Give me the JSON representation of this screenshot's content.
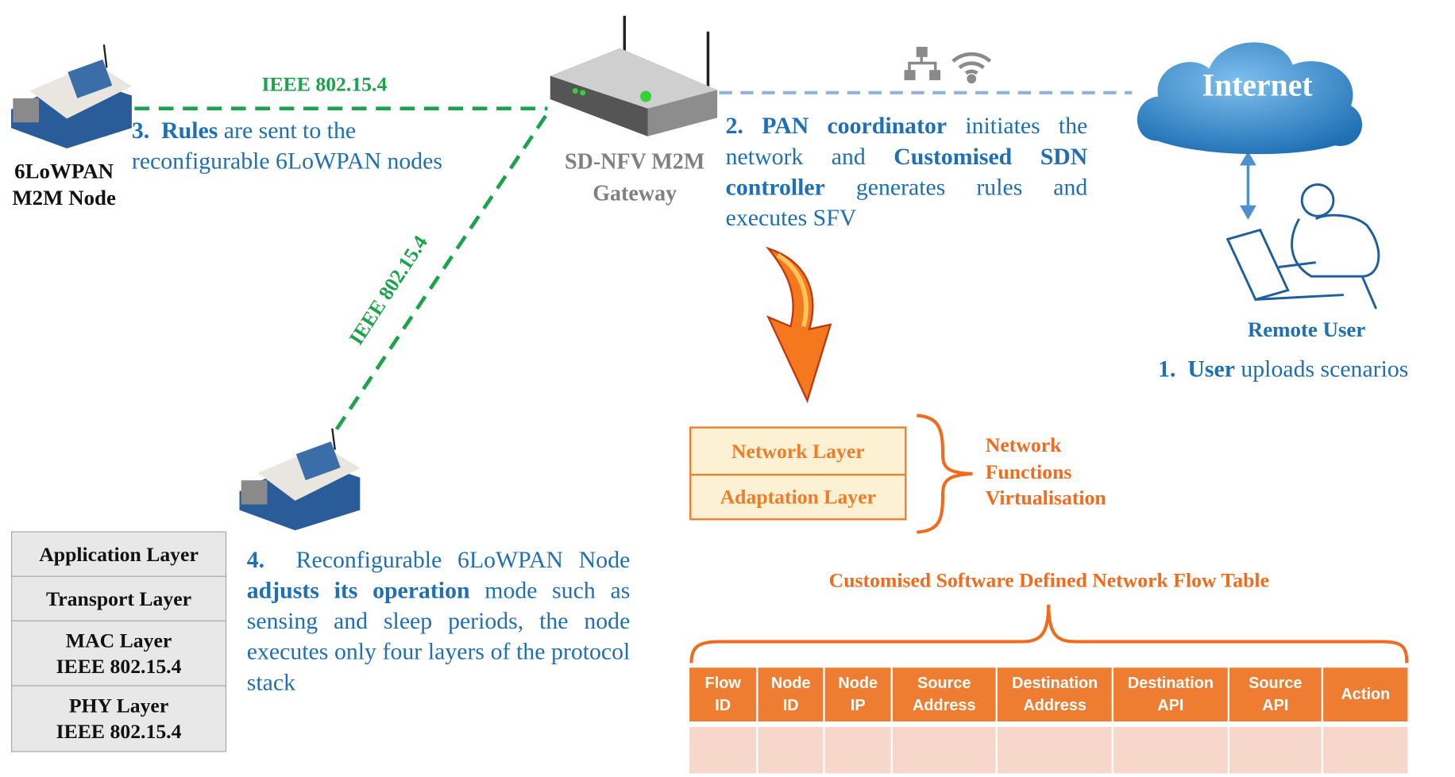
{
  "colors": {
    "blue_text": "#1f6fb4",
    "green_link": "#1aa34a",
    "orange": "#f07c2a",
    "table_header": "#ee7d31",
    "table_body": "#f8d7cb",
    "gray_label": "#808080",
    "dashed_blue": "#8fb3dc"
  },
  "node1": {
    "label_line1": "6LoWPAN",
    "label_line2": "M2M Node",
    "icon": "arduino-board-icon"
  },
  "link1": {
    "label": "IEEE 802.15.4"
  },
  "link2": {
    "label": "IEEE 802.15.4"
  },
  "step3": {
    "num": "3.",
    "bold": "Rules",
    "rest1": " are sent to the",
    "line2": "reconfigurable 6LoWPAN nodes"
  },
  "gateway": {
    "label_line1": "SD-NFV M2M",
    "label_line2": "Gateway",
    "icon": "router-icon"
  },
  "net_icons": [
    "network-topology-icon",
    "wifi-icon"
  ],
  "cloud": {
    "label": "Internet"
  },
  "remote_user": {
    "label": "Remote User",
    "icon": "user-laptop-icon"
  },
  "step1": {
    "num": "1.",
    "bold": "User",
    "rest": " uploads scenarios"
  },
  "step2": {
    "num_bold": "2. PAN coordinator",
    "t1": " initiates the network and ",
    "bold2": "Customised SDN controller",
    "t2": " generates rules and executes SFV"
  },
  "nfv": {
    "layers": [
      "Network Layer",
      "Adaptation Layer"
    ],
    "label_lines": [
      "Network",
      "Functions",
      "Virtualisation"
    ]
  },
  "flow_table": {
    "caption": "Customised Software Defined Network Flow Table",
    "headers": [
      [
        "Flow",
        "ID"
      ],
      [
        "Node",
        "ID"
      ],
      [
        "Node",
        "IP"
      ],
      [
        "Source",
        "Address"
      ],
      [
        "Destination",
        "Address"
      ],
      [
        "Destination",
        "API"
      ],
      [
        "Source",
        "API"
      ],
      [
        "Action"
      ]
    ]
  },
  "stack": {
    "layers": [
      [
        "Application Layer"
      ],
      [
        "Transport Layer"
      ],
      [
        "MAC Layer",
        "IEEE 802.15.4"
      ],
      [
        "PHY Layer",
        "IEEE 802.15.4"
      ]
    ]
  },
  "step4": {
    "num": "4.",
    "t1": "  Reconfigurable 6LoWPAN Node ",
    "bold": "adjusts its operation",
    "t2": " mode such as sensing and sleep periods, the node executes only four layers of the protocol stack"
  }
}
